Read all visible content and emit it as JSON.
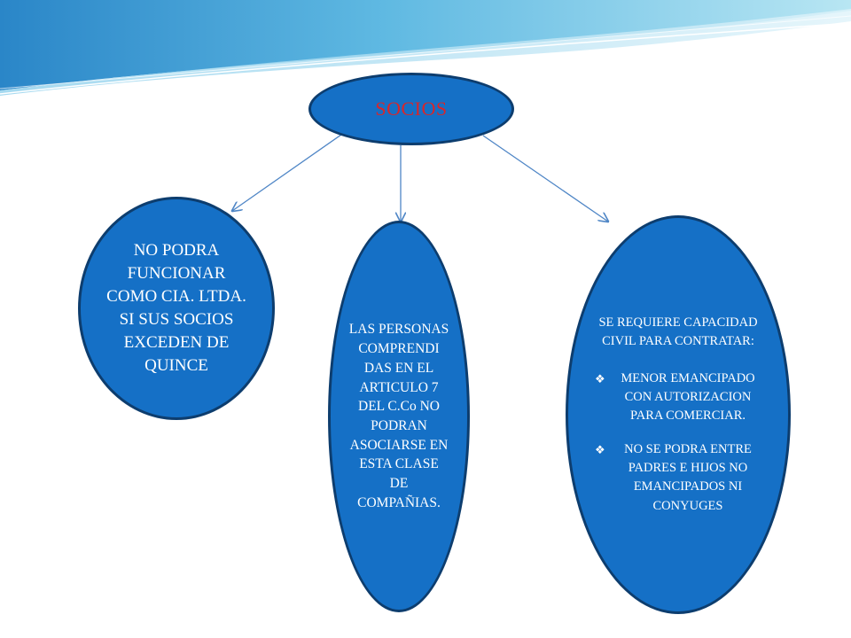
{
  "root": {
    "label": "SOCIOS"
  },
  "nodes": {
    "left": {
      "text": "NO PODRA FUNCIONAR COMO CIA. LTDA. SI SUS SOCIOS EXCEDEN DE QUINCE"
    },
    "middle": {
      "text": "LAS PERSONAS COMPRENDI DAS EN EL ARTICULO 7 DEL C.Co NO PODRAN ASOCIARSE EN ESTA CLASE DE COMPAÑIAS."
    },
    "right": {
      "intro": "SE REQUIERE CAPACIDAD CIVIL PARA CONTRATAR:",
      "bullets": [
        {
          "text": "MENOR EMANCIPADO CON AUTORIZACION PARA COMERCIAR."
        },
        {
          "text": "NO SE PODRA ENTRE PADRES E HIJOS NO EMANCIPADOS NI CONYUGES"
        }
      ]
    }
  },
  "colors": {
    "node_fill": "#1570c6",
    "node_border": "#0d3d6e",
    "root_text": "#d9262a",
    "connector": "#4f86c6"
  },
  "icons": {
    "bullet": "diamond-bullet-icon"
  }
}
